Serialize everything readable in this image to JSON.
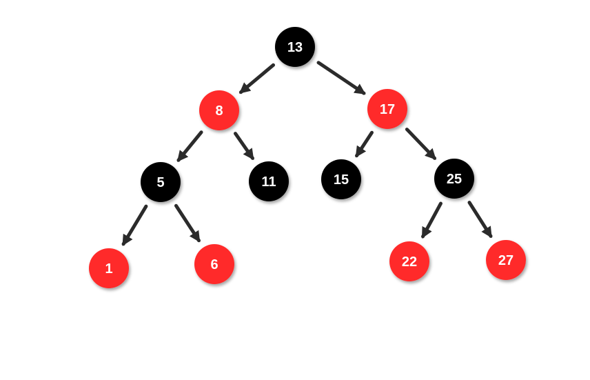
{
  "tree": {
    "colors": {
      "red": "#ff2a2a",
      "black": "#000000",
      "arrow": "#2b2b2b",
      "label": "#ffffff"
    },
    "nodes": [
      {
        "id": "n13",
        "label": "13",
        "color": "black"
      },
      {
        "id": "n8",
        "label": "8",
        "color": "red"
      },
      {
        "id": "n17",
        "label": "17",
        "color": "red"
      },
      {
        "id": "n5",
        "label": "5",
        "color": "black"
      },
      {
        "id": "n11",
        "label": "11",
        "color": "black"
      },
      {
        "id": "n15",
        "label": "15",
        "color": "black"
      },
      {
        "id": "n25",
        "label": "25",
        "color": "black"
      },
      {
        "id": "n1",
        "label": "1",
        "color": "red"
      },
      {
        "id": "n6",
        "label": "6",
        "color": "red"
      },
      {
        "id": "n22",
        "label": "22",
        "color": "red"
      },
      {
        "id": "n27",
        "label": "27",
        "color": "red"
      }
    ],
    "edges": [
      {
        "from": "n13",
        "to": "n8"
      },
      {
        "from": "n13",
        "to": "n17"
      },
      {
        "from": "n8",
        "to": "n5"
      },
      {
        "from": "n8",
        "to": "n11"
      },
      {
        "from": "n17",
        "to": "n15"
      },
      {
        "from": "n17",
        "to": "n25"
      },
      {
        "from": "n5",
        "to": "n1"
      },
      {
        "from": "n5",
        "to": "n6"
      },
      {
        "from": "n25",
        "to": "n22"
      },
      {
        "from": "n25",
        "to": "n27"
      }
    ]
  }
}
